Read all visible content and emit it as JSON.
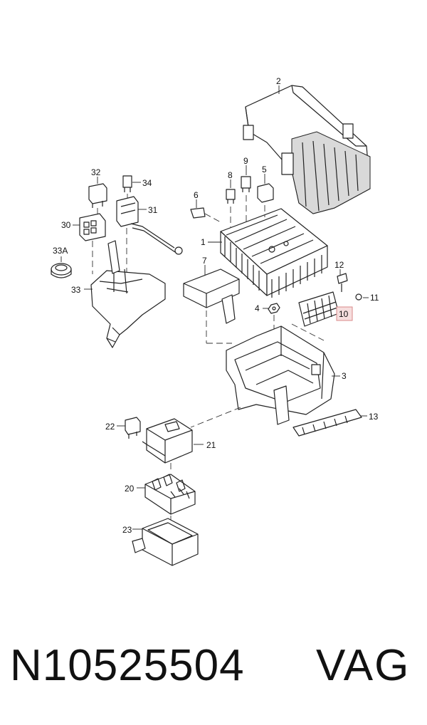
{
  "callouts": {
    "c1": "1",
    "c2": "2",
    "c3": "3",
    "c4": "4",
    "c5": "5",
    "c6": "6",
    "c7": "7",
    "c8": "8",
    "c9": "9",
    "c10": "10",
    "c11": "11",
    "c12": "12",
    "c13": "13",
    "c20": "20",
    "c21": "21",
    "c22": "22",
    "c23": "23",
    "c30": "30",
    "c31": "31",
    "c32": "32",
    "c33": "33",
    "c33a": "33A",
    "c34": "34"
  },
  "highlighted_callout": "10",
  "footer": {
    "part_number": "N10525504",
    "brand": "VAG"
  }
}
